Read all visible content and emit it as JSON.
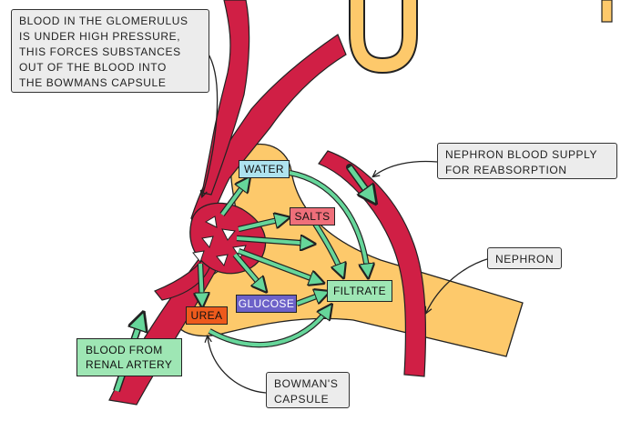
{
  "notes": {
    "glomerulus": [
      "BLOOD IN THE GLOMERULUS",
      "IS UNDER HIGH PRESSURE,",
      "THIS FORCES SUBSTANCES",
      "OUT OF THE BLOOD INTO",
      "THE BOWMANS CAPSULE"
    ],
    "blood_supply": [
      "NEPHRON BLOOD SUPPLY",
      "FOR REABSORPTION"
    ],
    "nephron": "NEPHRON",
    "bowmans": [
      "BOWMAN'S",
      "CAPSULE"
    ]
  },
  "substances": {
    "water": "WATER",
    "salts": "SALTS",
    "glucose": "GLUCOSE",
    "urea": "UREA",
    "filtrate": "FILTRATE",
    "artery": [
      "BLOOD FROM",
      "RENAL ARTERY"
    ]
  },
  "colors": {
    "blood_vessel": "#d01f45",
    "nephron": "#fdc96b",
    "arrow": "#66d69a",
    "water": "#aee3ef",
    "salts": "#ef6f7a",
    "glucose": "#6d62c9",
    "urea": "#ee5a1c",
    "filtrate": "#9ee6b4",
    "note": "#ececec"
  }
}
